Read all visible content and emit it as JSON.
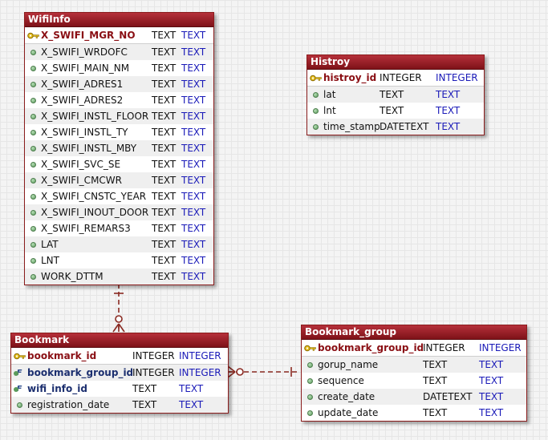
{
  "entities": {
    "wifiinfo": {
      "title": "WifiInfo",
      "rows": [
        {
          "name": "X_SWIFI_MGR_NO",
          "type": "TEXT",
          "type2": "TEXT",
          "kind": "pk"
        },
        {
          "name": "X_SWIFI_WRDOFC",
          "type": "TEXT",
          "type2": "TEXT",
          "kind": "col"
        },
        {
          "name": "X_SWIFI_MAIN_NM",
          "type": "TEXT",
          "type2": "TEXT",
          "kind": "col"
        },
        {
          "name": "X_SWIFI_ADRES1",
          "type": "TEXT",
          "type2": "TEXT",
          "kind": "col"
        },
        {
          "name": "X_SWIFI_ADRES2",
          "type": "TEXT",
          "type2": "TEXT",
          "kind": "col"
        },
        {
          "name": "X_SWIFI_INSTL_FLOOR",
          "type": "TEXT",
          "type2": "TEXT",
          "kind": "col"
        },
        {
          "name": "X_SWIFI_INSTL_TY",
          "type": "TEXT",
          "type2": "TEXT",
          "kind": "col"
        },
        {
          "name": "X_SWIFI_INSTL_MBY",
          "type": "TEXT",
          "type2": "TEXT",
          "kind": "col"
        },
        {
          "name": "X_SWIFI_SVC_SE",
          "type": "TEXT",
          "type2": "TEXT",
          "kind": "col"
        },
        {
          "name": "X_SWIFI_CMCWR",
          "type": "TEXT",
          "type2": "TEXT",
          "kind": "col"
        },
        {
          "name": "X_SWIFI_CNSTC_YEAR",
          "type": "TEXT",
          "type2": "TEXT",
          "kind": "col"
        },
        {
          "name": "X_SWIFI_INOUT_DOOR",
          "type": "TEXT",
          "type2": "TEXT",
          "kind": "col"
        },
        {
          "name": "X_SWIFI_REMARS3",
          "type": "TEXT",
          "type2": "TEXT",
          "kind": "col"
        },
        {
          "name": "LAT",
          "type": "TEXT",
          "type2": "TEXT",
          "kind": "col"
        },
        {
          "name": "LNT",
          "type": "TEXT",
          "type2": "TEXT",
          "kind": "col"
        },
        {
          "name": "WORK_DTTM",
          "type": "TEXT",
          "type2": "TEXT",
          "kind": "col"
        }
      ]
    },
    "histroy": {
      "title": "Histroy",
      "rows": [
        {
          "name": "histroy_id",
          "type": "INTEGER",
          "type2": "INTEGER",
          "kind": "pk"
        },
        {
          "name": "lat",
          "type": "TEXT",
          "type2": "TEXT",
          "kind": "col"
        },
        {
          "name": "lnt",
          "type": "TEXT",
          "type2": "TEXT",
          "kind": "col"
        },
        {
          "name": "time_stamp",
          "type": "DATETEXT",
          "type2": "TEXT",
          "kind": "col"
        }
      ]
    },
    "bookmark": {
      "title": "Bookmark",
      "rows": [
        {
          "name": "bookmark_id",
          "type": "INTEGER",
          "type2": "INTEGER",
          "kind": "pk"
        },
        {
          "name": "bookmark_group_id",
          "type": "INTEGER",
          "type2": "INTEGER",
          "kind": "fk"
        },
        {
          "name": "wifi_info_id",
          "type": "TEXT",
          "type2": "TEXT",
          "kind": "fk"
        },
        {
          "name": "registration_date",
          "type": "TEXT",
          "type2": "TEXT",
          "kind": "col"
        }
      ]
    },
    "bookmark_group": {
      "title": "Bookmark_group",
      "rows": [
        {
          "name": "bookmark_group_id",
          "type": "INTEGER",
          "type2": "INTEGER",
          "kind": "pk"
        },
        {
          "name": "gorup_name",
          "type": "TEXT",
          "type2": "TEXT",
          "kind": "col"
        },
        {
          "name": "sequence",
          "type": "TEXT",
          "type2": "TEXT",
          "kind": "col"
        },
        {
          "name": "create_date",
          "type": "DATETEXT",
          "type2": "TEXT",
          "kind": "col"
        },
        {
          "name": "update_date",
          "type": "TEXT",
          "type2": "TEXT",
          "kind": "col"
        }
      ]
    }
  },
  "colors": {
    "title_bg": "#9b1f27",
    "pk_text": "#8a0f14",
    "fk_text": "#1c2f6f",
    "type2_text": "#1a1ab8",
    "relationship_line": "#8a2a22"
  },
  "relationships": [
    {
      "from": "Bookmark",
      "to": "WifiInfo",
      "notation": "zero-or-many to one"
    },
    {
      "from": "Bookmark",
      "to": "Bookmark_group",
      "notation": "zero-or-many to one"
    }
  ]
}
